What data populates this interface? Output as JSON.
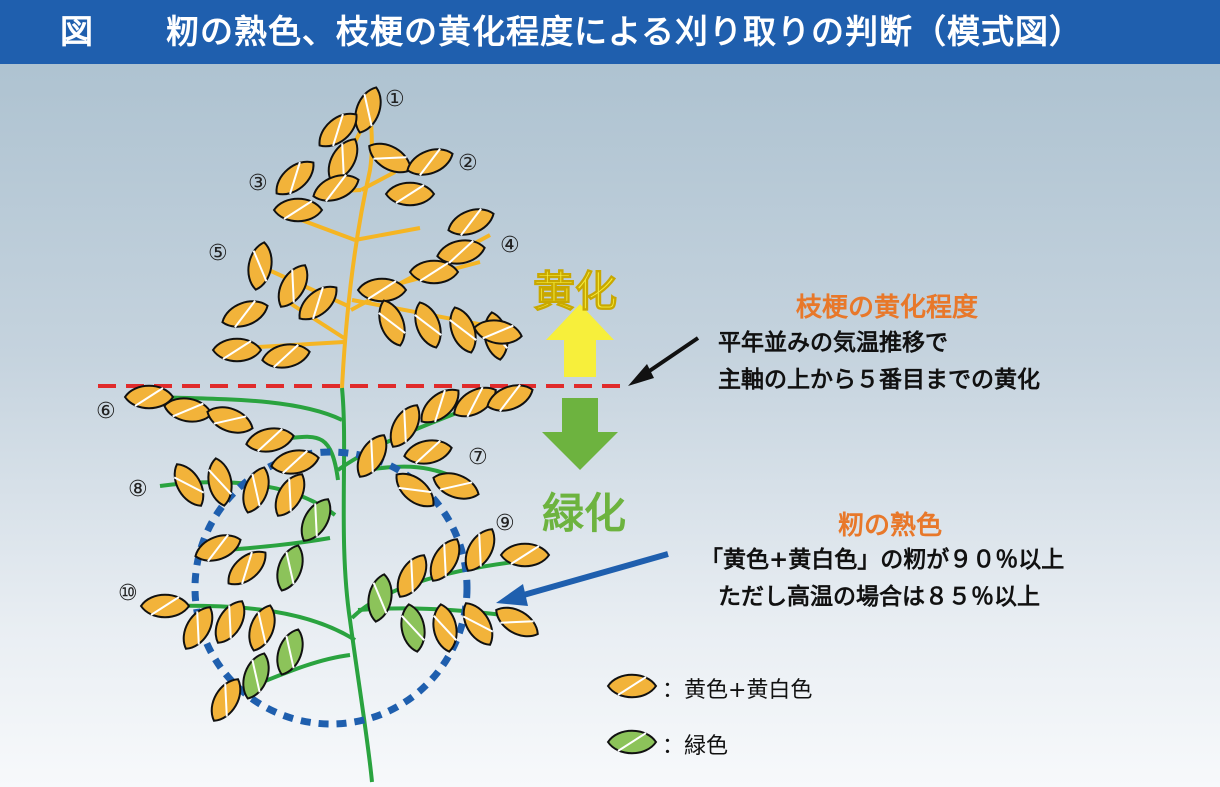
{
  "title": {
    "mark": "図",
    "text": "籾の熟色、枝梗の黄化程度による刈り取りの判断（模式図）"
  },
  "arrows": {
    "up_label": "黄化",
    "down_label": "緑化"
  },
  "branch_numbers": [
    "①",
    "②",
    "③",
    "④",
    "⑤",
    "⑥",
    "⑦",
    "⑧",
    "⑨",
    "⑩"
  ],
  "yellowing": {
    "heading": "枝梗の黄化程度",
    "line1": "平年並みの気温推移で",
    "line2": "主軸の上から５番目までの黄化"
  },
  "ripeness": {
    "heading": "籾の熟色",
    "line1": "「黄色+黄白色」の籾が９０％以上",
    "line2": "ただし高温の場合は８５％以上"
  },
  "legend": {
    "yellow": "：黄色+黄白色",
    "green": "：緑色"
  },
  "colors": {
    "title_bar": "#1f5fae",
    "grain_yellow": "#f2b33a",
    "grain_green": "#8cc35a",
    "stem_green": "#2aa33f",
    "stem_yellow": "#f5b523",
    "dashed_line": "#e02b2b",
    "circle": "#1f5fae",
    "arrow_up": "#f7ef3b",
    "arrow_down": "#6db33f",
    "heading_orange": "#e8782a"
  }
}
